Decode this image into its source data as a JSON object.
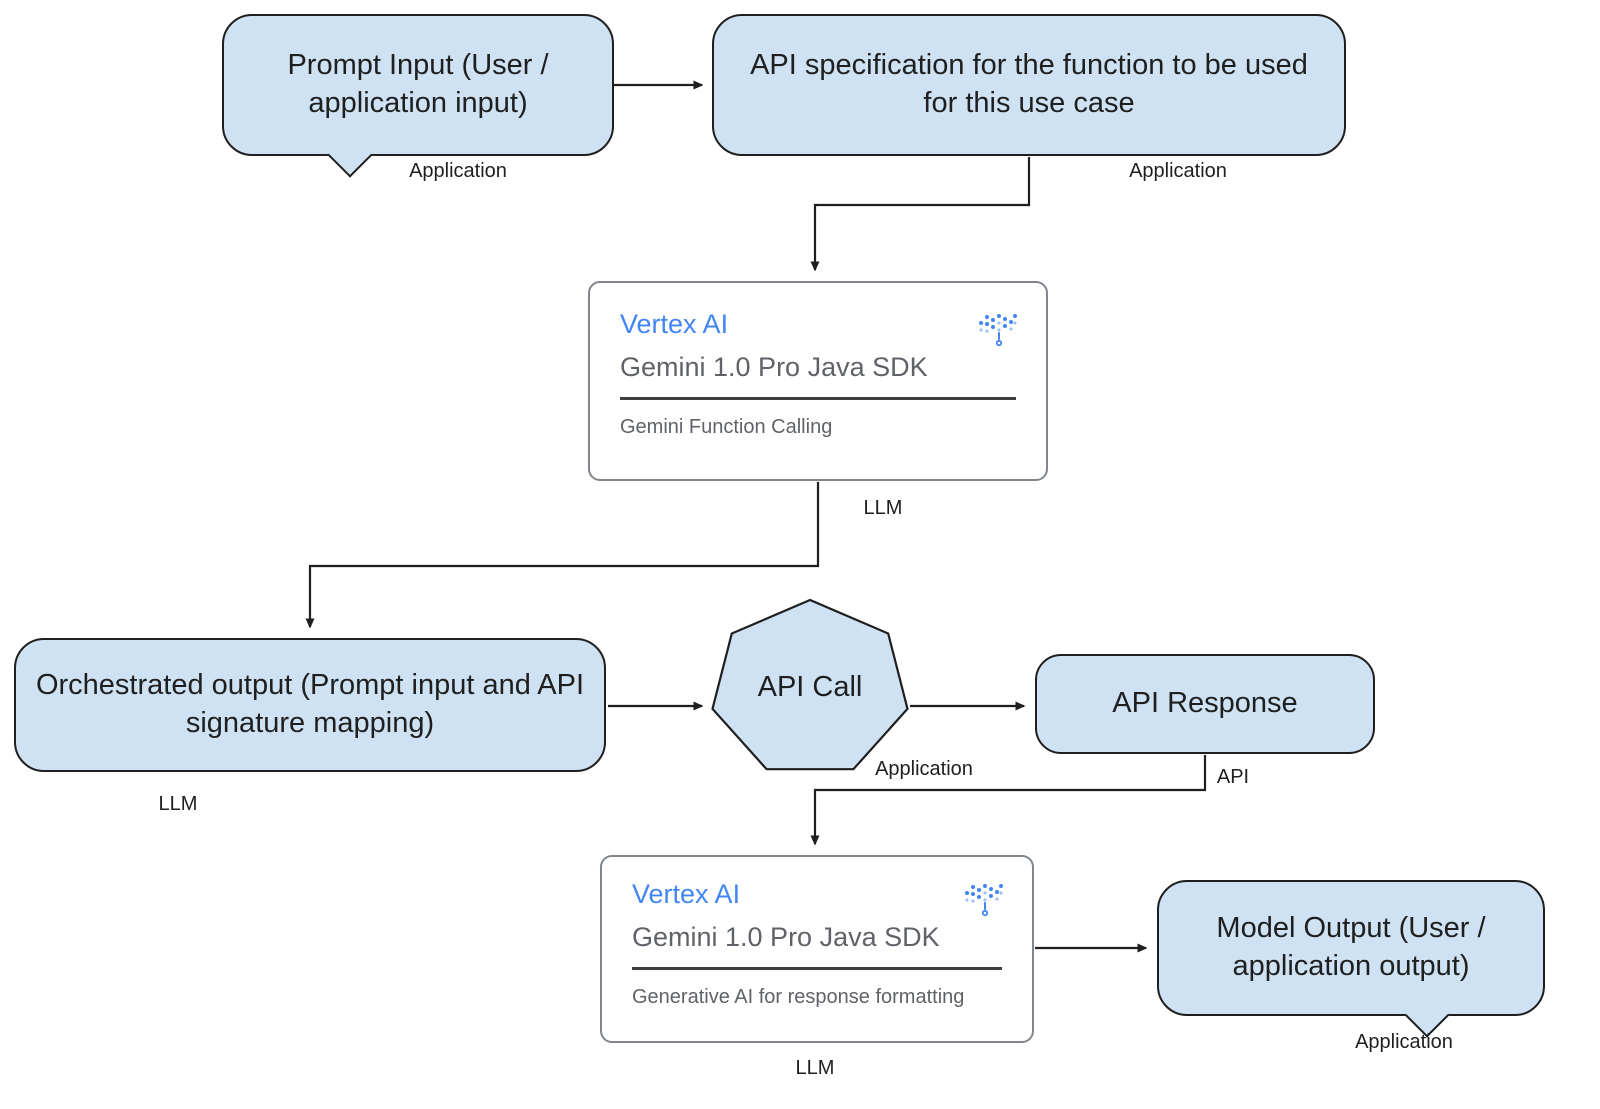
{
  "colors": {
    "node_fill": "#cfe2f3",
    "node_border": "#1f1f1f",
    "card_border": "#80868b",
    "vertex_blue": "#4285f4",
    "muted_text": "#5f6368",
    "divider": "#3c4043",
    "connector": "#1f1f1f"
  },
  "nodes": {
    "prompt_input": {
      "label": "Prompt Input (User / application input)",
      "tag": "Application"
    },
    "api_spec": {
      "label": "API specification for the function to be used for this use case",
      "tag": "Application"
    },
    "function_calling_card": {
      "product": "Vertex AI",
      "sdk": "Gemini 1.0 Pro Java SDK",
      "caption": "Gemini Function Calling",
      "tag": "LLM",
      "icon": "vertex-ai-icon"
    },
    "orchestrated_output": {
      "label": "Orchestrated output (Prompt input and API signature mapping)",
      "tag": "LLM"
    },
    "api_call": {
      "label": "API Call",
      "tag": "Application"
    },
    "api_response": {
      "label": "API Response",
      "tag": "API"
    },
    "response_formatting_card": {
      "product": "Vertex AI",
      "sdk": "Gemini 1.0 Pro Java SDK",
      "caption": "Generative AI for response formatting",
      "tag": "LLM",
      "icon": "vertex-ai-icon"
    },
    "model_output": {
      "label": "Model Output (User / application output)",
      "tag": "Application"
    }
  }
}
